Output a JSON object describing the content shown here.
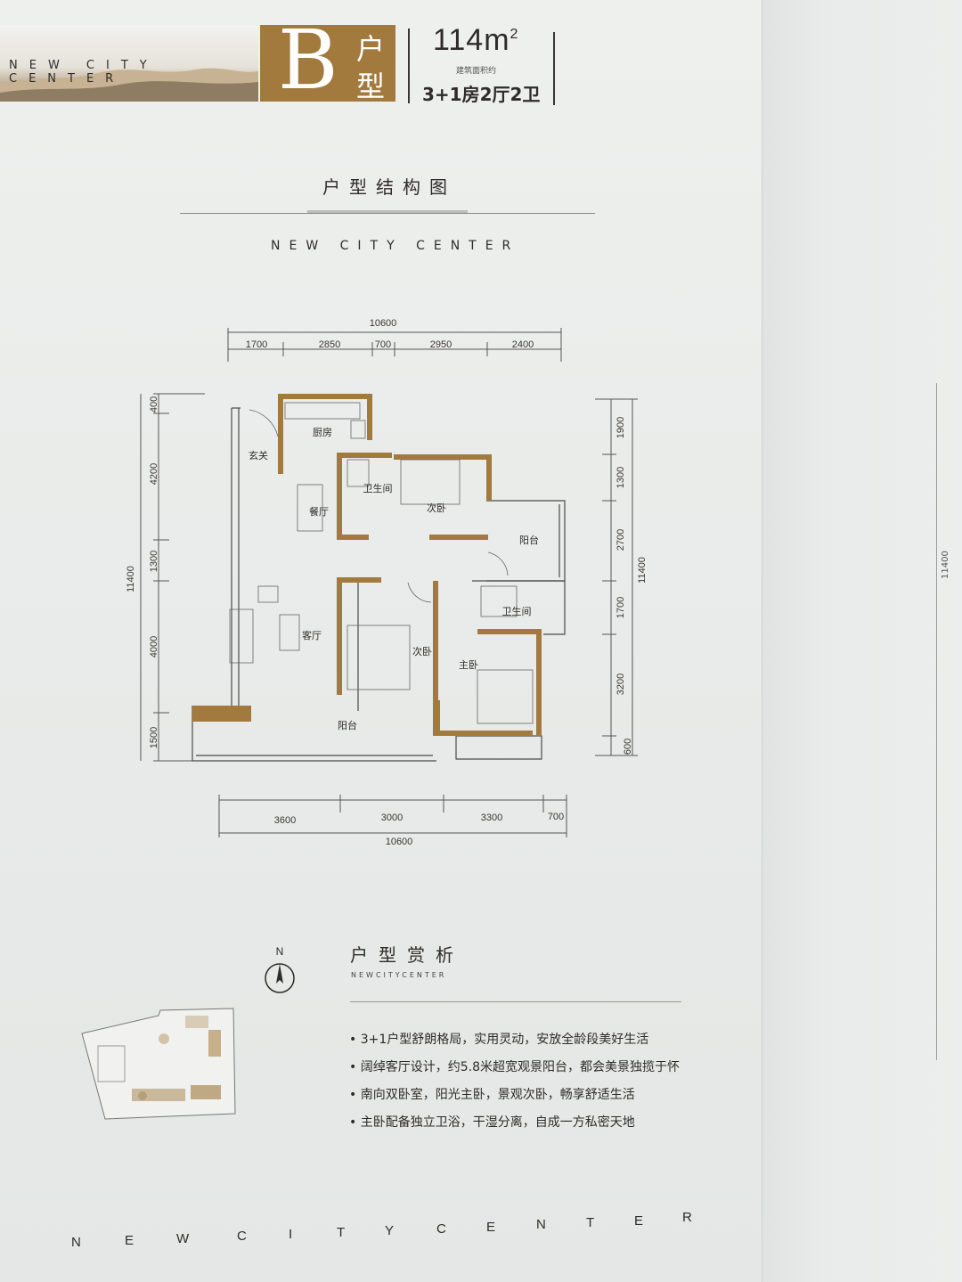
{
  "header": {
    "band_text": "NEW CITY CENTER",
    "unit_letter": "B",
    "unit_char_1": "户",
    "unit_char_2": "型",
    "area": "114m",
    "area_sup": "2",
    "area_note": "建筑面积约",
    "layout": "3+1房2厅2卫"
  },
  "structure": {
    "title": "户型结构图",
    "subtitle": "NEW CITY CENTER"
  },
  "plan": {
    "top_total": "10600",
    "top_dims": [
      "1700",
      "2850",
      "700",
      "2950",
      "2400"
    ],
    "bottom_total": "10600",
    "bottom_dims": [
      "3600",
      "3000",
      "3300",
      "700"
    ],
    "left_total": "11400",
    "left_dims": [
      "400",
      "4200",
      "1300",
      "4000",
      "1500"
    ],
    "right_total": "11400",
    "right_dims": [
      "1900",
      "1300",
      "2700",
      "1700",
      "3200",
      "600"
    ],
    "rooms": {
      "kitchen": "厨房",
      "entrance": "玄关",
      "bath1": "卫生间",
      "bedroom2": "次卧",
      "dining": "餐厅",
      "balcony_right": "阳台",
      "bath2": "卫生间",
      "living": "客厅",
      "bedroom3": "次卧",
      "master": "主卧",
      "balcony_bottom": "阳台"
    },
    "colors": {
      "wall": "#a27a3e",
      "line": "#4a4a4a"
    }
  },
  "compass": {
    "label": "N"
  },
  "analysis": {
    "title": "户型赏析",
    "subtitle": "NEWCITYCENTER",
    "points": [
      "3+1户型舒朗格局，实用灵动，安放全龄段美好生活",
      "阔绰客厅设计，约5.8米超宽观景阳台，都会美景独揽于怀",
      "南向双卧室，阳光主卧，景观次卧，畅享舒适生活",
      "主卧配备独立卫浴，干湿分离，自成一方私密天地"
    ]
  },
  "right_page": {
    "dim": "11400"
  },
  "footer": {
    "letters": [
      "N",
      "E",
      "W",
      "C",
      "I",
      "T",
      "Y",
      "C",
      "E",
      "N",
      "T",
      "E",
      "R"
    ]
  }
}
